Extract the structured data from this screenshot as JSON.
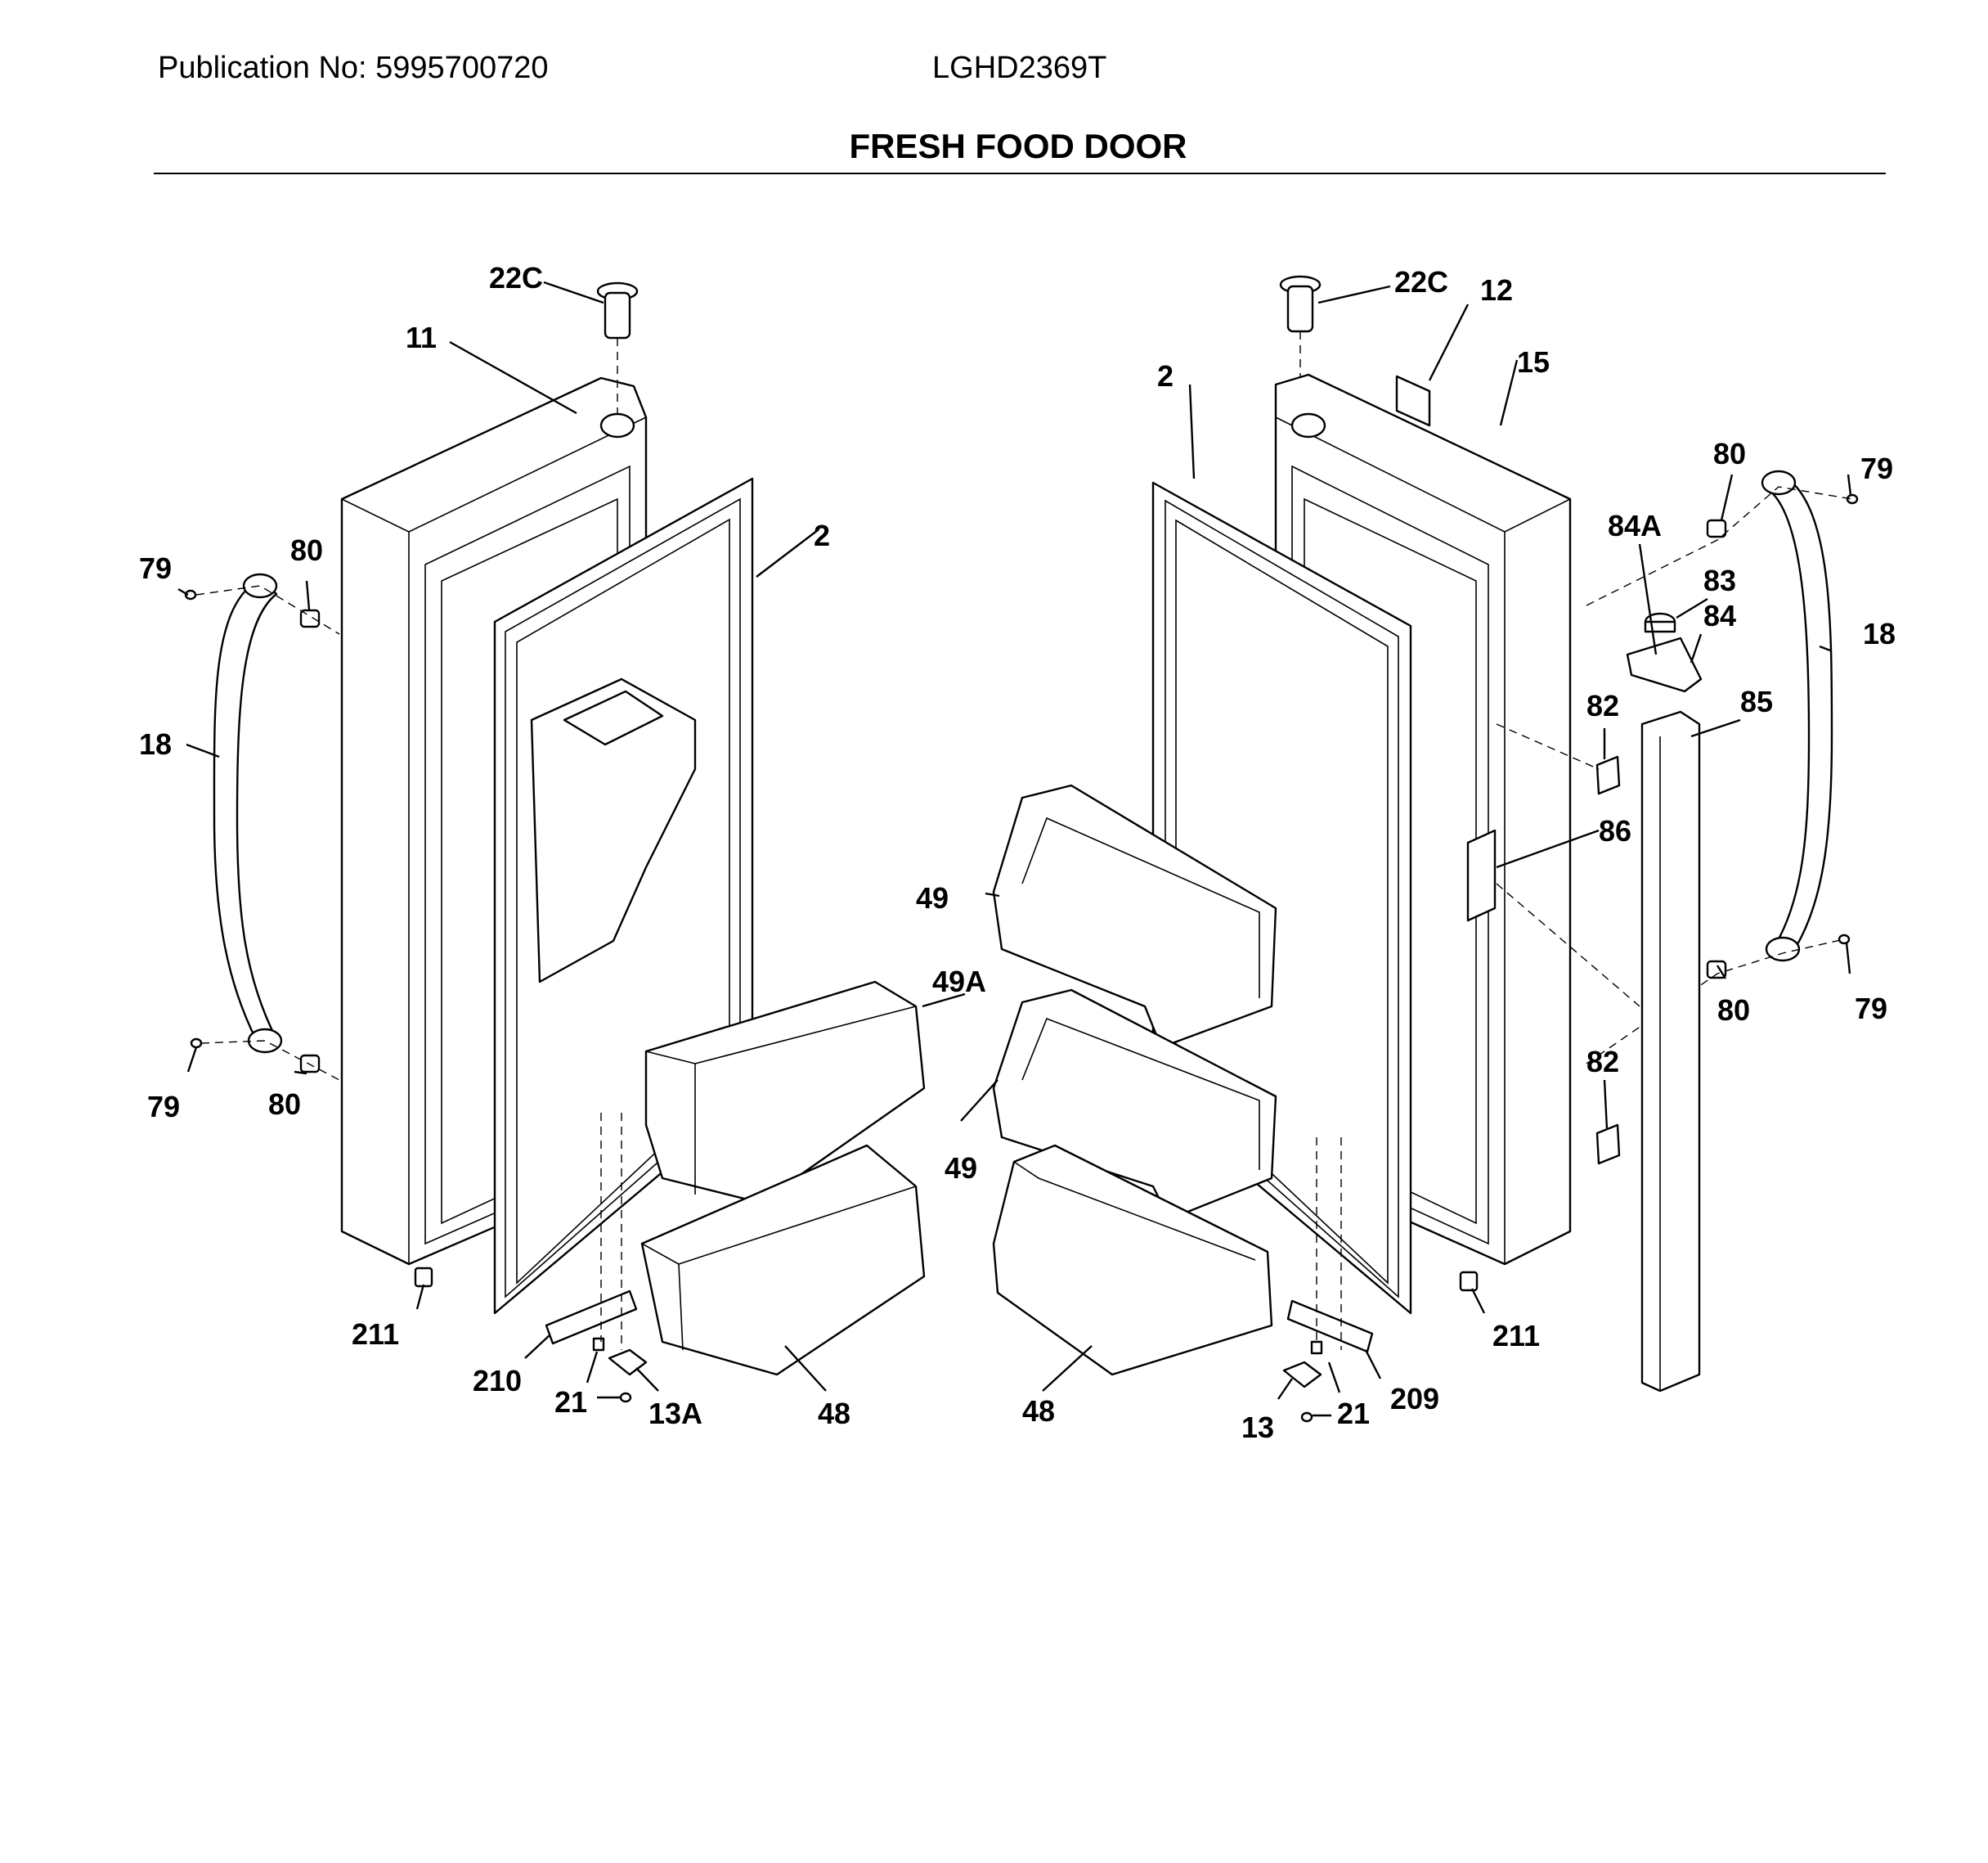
{
  "header": {
    "publication": "Publication No: 5995700720",
    "model": "LGHD2369T",
    "title": "FRESH FOOD DOOR"
  },
  "callouts": {
    "c22c_l": "22C",
    "c11": "11",
    "c2_l": "2",
    "c79_tl": "79",
    "c80_tl": "80",
    "c18_l": "18",
    "c79_bl": "79",
    "c80_bl": "80",
    "c49a": "49A",
    "c211_l": "211",
    "c210": "210",
    "c21_l": "21",
    "c13a": "13A",
    "c48_l": "48",
    "c22c_r": "22C",
    "c12": "12",
    "c2_r": "2",
    "c15": "15",
    "c80_tr": "80",
    "c79_tr": "79",
    "c84a": "84A",
    "c83": "83",
    "c84": "84",
    "c18_r": "18",
    "c82_t": "82",
    "c85": "85",
    "c86": "86",
    "c49_t": "49",
    "c49_b": "49",
    "c80_br": "80",
    "c79_br": "79",
    "c82_b": "82",
    "c211_r": "211",
    "c48_r": "48",
    "c209": "209",
    "c13": "13",
    "c21_r": "21"
  }
}
